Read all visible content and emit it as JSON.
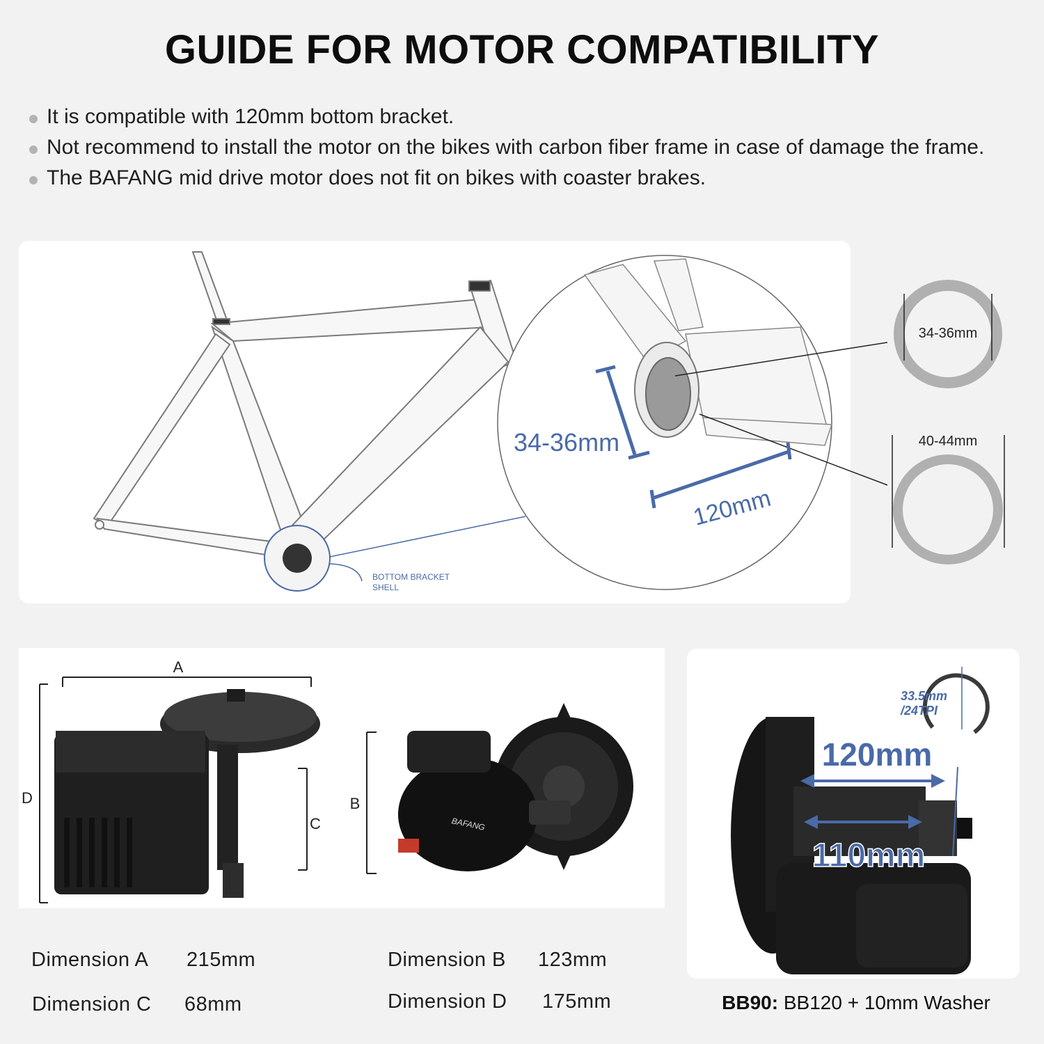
{
  "title": "GUIDE FOR MOTOR COMPATIBILITY",
  "bullets": [
    "It is compatible with 120mm bottom bracket.",
    "Not recommend to install the motor on the bikes with carbon fiber frame in case of damage the frame.",
    "The BAFANG mid drive motor does not fit on bikes with coaster brakes."
  ],
  "frame_diagram": {
    "inner_diameter_label": "34-36mm",
    "width_label": "120mm",
    "shell_label_line1": "BOTTOM BRACKET",
    "shell_label_line2": "SHELL",
    "ring_small_label": "34-36mm",
    "ring_large_label": "40-44mm"
  },
  "motor_diagram": {
    "label_a": "A",
    "label_b": "B",
    "label_c": "C",
    "label_d": "D",
    "logo_text": "BAFANG"
  },
  "dimensions": {
    "a_label": "Dimension A",
    "a_value": "215mm",
    "b_label": "Dimension B",
    "b_value": "123mm",
    "c_label": "Dimension C",
    "c_value": "68mm",
    "d_label": "Dimension D",
    "d_value": "175mm"
  },
  "bb_photo": {
    "washer_label_line1": "33.5mm",
    "washer_label_line2": "/24TPI",
    "length_120": "120mm",
    "length_110": "110mm"
  },
  "caption": {
    "bold": "BB90:",
    "rest": " BB120 + 10mm Washer"
  },
  "colors": {
    "accent_blue": "#4a6aa8",
    "ring_gray": "#b0b0b0"
  }
}
